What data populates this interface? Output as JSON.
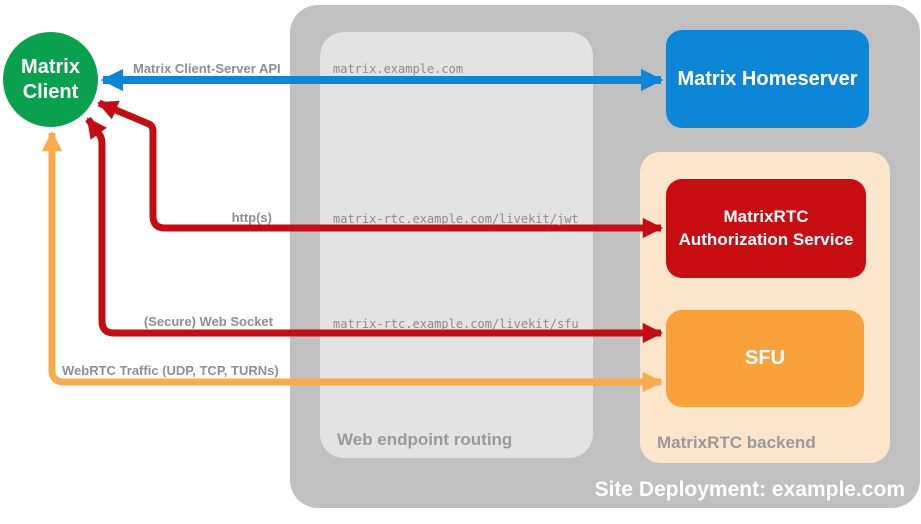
{
  "diagram": {
    "client": {
      "label": "Matrix\nClient"
    },
    "nodes": {
      "homeserver": {
        "label": "Matrix Homeserver"
      },
      "auth_service": {
        "label": "MatrixRTC Authorization Service"
      },
      "sfu": {
        "label": "SFU"
      }
    },
    "containers": {
      "site": {
        "label": "Site Deployment: example.com"
      },
      "routing": {
        "label": "Web endpoint routing"
      },
      "backend": {
        "label": "MatrixRTC backend"
      }
    },
    "endpoints": [
      "matrix.example.com",
      "matrix-rtc.example.com/livekit/jwt",
      "matrix-rtc.example.com/livekit/sfu"
    ],
    "arrows": [
      {
        "label": "Matrix Client-Server API",
        "color": "#0d86d8",
        "from": "Matrix Client",
        "to": "Matrix Homeserver",
        "bidirectional": true
      },
      {
        "label": "http(s)",
        "color": "#c40d12",
        "from": "Matrix Client",
        "to": "MatrixRTC Authorization Service",
        "bidirectional": true
      },
      {
        "label": "(Secure) Web Socket",
        "color": "#c40d12",
        "from": "Matrix Client",
        "to": "SFU",
        "bidirectional": true
      },
      {
        "label": "WebRTC Traffic (UDP, TCP, TURNs)",
        "color": "#f8ab4c",
        "from": "Matrix Client",
        "to": "SFU",
        "bidirectional": true
      }
    ],
    "colors": {
      "client_green": "#0aa14e",
      "homeserver_blue": "#0d86d8",
      "auth_red": "#c90e13",
      "sfu_orange": "#f9a23c",
      "backend_peach": "#fbe5cb",
      "site_gray": "#c0c0c0",
      "routing_gray": "#e3e3e3",
      "label_gray": "#8e8e8e"
    }
  }
}
